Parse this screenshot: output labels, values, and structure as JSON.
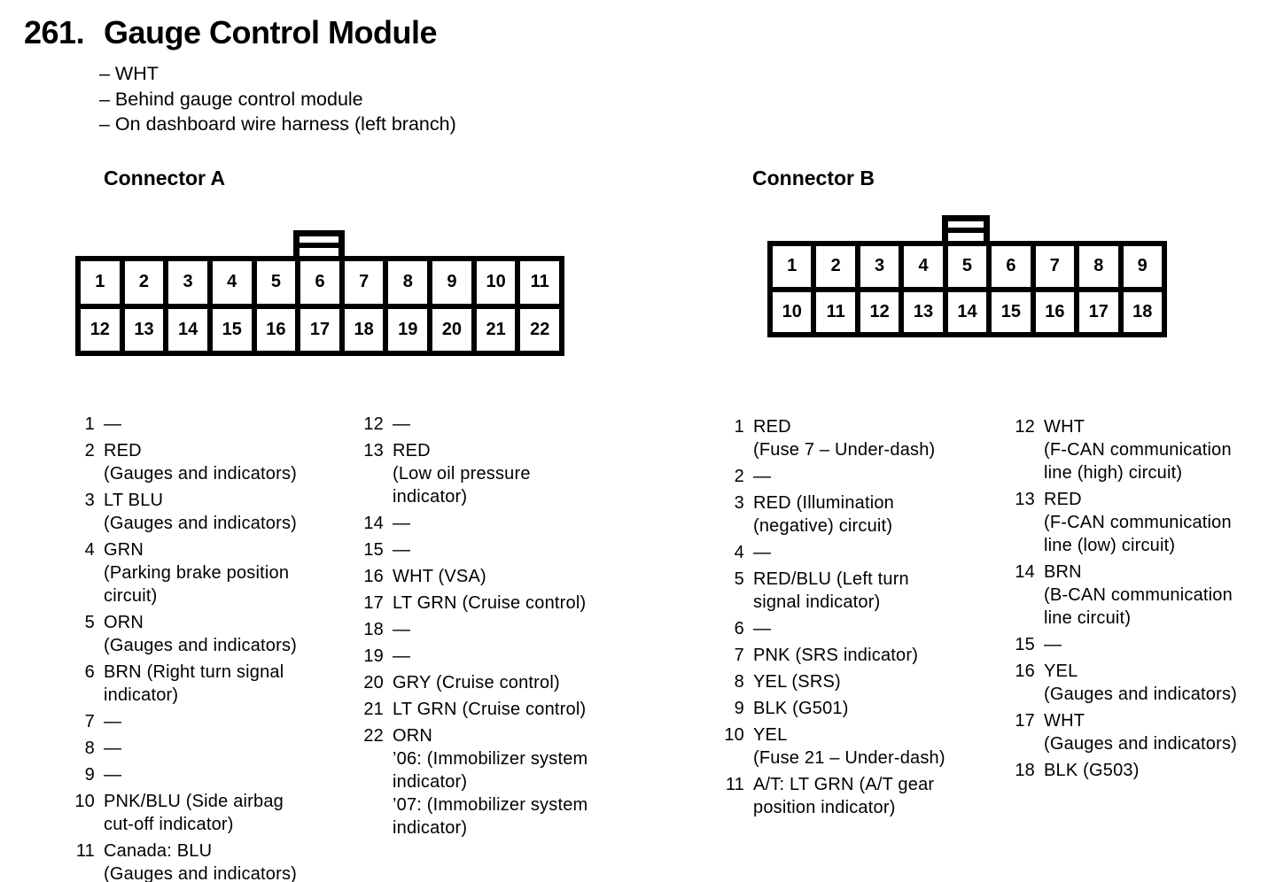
{
  "page": {
    "title_number": "261.",
    "title_text": "Gauge Control Module",
    "notes": [
      "– WHT",
      "– Behind gauge control module",
      "– On dashboard wire harness (left branch)"
    ]
  },
  "colors": {
    "ink": "#000000",
    "paper": "#ffffff"
  },
  "connector_a": {
    "label": "Connector A",
    "row1": [
      "1",
      "2",
      "3",
      "4",
      "5",
      "6",
      "7",
      "8",
      "9",
      "10",
      "11"
    ],
    "row2": [
      "12",
      "13",
      "14",
      "15",
      "16",
      "17",
      "18",
      "19",
      "20",
      "21",
      "22"
    ],
    "pins_col1": [
      {
        "num": "1",
        "desc": "—"
      },
      {
        "num": "2",
        "desc": "RED\n(Gauges and indicators)"
      },
      {
        "num": "3",
        "desc": "LT BLU\n(Gauges and indicators)"
      },
      {
        "num": "4",
        "desc": "GRN\n(Parking brake position\ncircuit)"
      },
      {
        "num": "5",
        "desc": "ORN\n(Gauges and indicators)"
      },
      {
        "num": "6",
        "desc": "BRN (Right turn signal\nindicator)"
      },
      {
        "num": "7",
        "desc": "—"
      },
      {
        "num": "8",
        "desc": "—"
      },
      {
        "num": "9",
        "desc": "—"
      },
      {
        "num": "10",
        "desc": "PNK/BLU (Side airbag\ncut-off indicator)"
      },
      {
        "num": "11",
        "desc": "Canada: BLU\n(Gauges and indicators)"
      }
    ],
    "pins_col2": [
      {
        "num": "12",
        "desc": "—"
      },
      {
        "num": "13",
        "desc": "RED\n(Low oil pressure\nindicator)"
      },
      {
        "num": "14",
        "desc": "—"
      },
      {
        "num": "15",
        "desc": "—"
      },
      {
        "num": "16",
        "desc": "WHT (VSA)"
      },
      {
        "num": "17",
        "desc": "LT GRN (Cruise control)"
      },
      {
        "num": "18",
        "desc": "—"
      },
      {
        "num": "19",
        "desc": "—"
      },
      {
        "num": "20",
        "desc": "GRY (Cruise control)"
      },
      {
        "num": "21",
        "desc": "LT GRN (Cruise control)"
      },
      {
        "num": "22",
        "desc": "ORN\n’06: (Immobilizer system\nindicator)\n’07: (Immobilizer system\nindicator)"
      }
    ]
  },
  "connector_b": {
    "label": "Connector B",
    "row1": [
      "1",
      "2",
      "3",
      "4",
      "5",
      "6",
      "7",
      "8",
      "9"
    ],
    "row2": [
      "10",
      "11",
      "12",
      "13",
      "14",
      "15",
      "16",
      "17",
      "18"
    ],
    "pins_col1": [
      {
        "num": "1",
        "desc": "RED\n(Fuse 7 – Under-dash)"
      },
      {
        "num": "2",
        "desc": "—"
      },
      {
        "num": "3",
        "desc": "RED (Illumination\n(negative) circuit)"
      },
      {
        "num": "4",
        "desc": "—"
      },
      {
        "num": "5",
        "desc": "RED/BLU (Left turn\nsignal indicator)"
      },
      {
        "num": "6",
        "desc": "—"
      },
      {
        "num": "7",
        "desc": "PNK (SRS indicator)"
      },
      {
        "num": "8",
        "desc": "YEL (SRS)"
      },
      {
        "num": "9",
        "desc": "BLK (G501)"
      },
      {
        "num": "10",
        "desc": "YEL\n(Fuse 21 – Under-dash)"
      },
      {
        "num": "11",
        "desc": "A/T: LT GRN (A/T gear\nposition indicator)"
      }
    ],
    "pins_col2": [
      {
        "num": "12",
        "desc": "WHT\n(F-CAN communication\nline (high) circuit)"
      },
      {
        "num": "13",
        "desc": "RED\n(F-CAN communication\nline (low) circuit)"
      },
      {
        "num": "14",
        "desc": "BRN\n(B-CAN communication\nline circuit)"
      },
      {
        "num": "15",
        "desc": "—"
      },
      {
        "num": "16",
        "desc": "YEL\n(Gauges and indicators)"
      },
      {
        "num": "17",
        "desc": "WHT\n(Gauges and indicators)"
      },
      {
        "num": "18",
        "desc": "BLK (G503)"
      }
    ]
  }
}
